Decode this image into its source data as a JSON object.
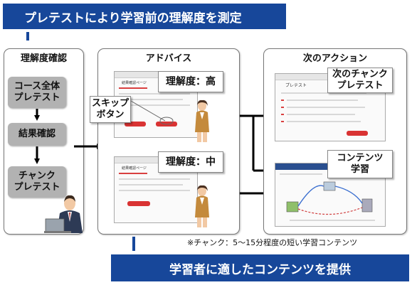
{
  "banners": {
    "top": "プレテストにより学習前の理解度を測定",
    "bottom": "学習者に適したコンテンツを提供"
  },
  "panels": {
    "left": {
      "title": "理解度確認",
      "steps": [
        "コース全体\nプレテスト",
        "結果確認",
        "チャンク\nプレテスト"
      ]
    },
    "middle": {
      "title": "アドバイス",
      "skip_label": "スキップ\nボタン",
      "high": "理解度：高",
      "mid": "理解度：中",
      "screen_title": "結果確認ページ"
    },
    "right": {
      "title": "次のアクション",
      "next_chunk": "次のチャンク\nプレテスト",
      "contents": "コンテンツ\n学習",
      "pretest_title": "プレテスト"
    }
  },
  "note": "※チャンク：5～15分程度の短い学習コンテンツ",
  "colors": {
    "banner": "#17479a",
    "step_box": "#b2b2b2",
    "arrow": "#000000",
    "accent_red": "#d93333"
  },
  "icons": [
    "person-at-laptop-icon",
    "advisor-woman-icon"
  ]
}
